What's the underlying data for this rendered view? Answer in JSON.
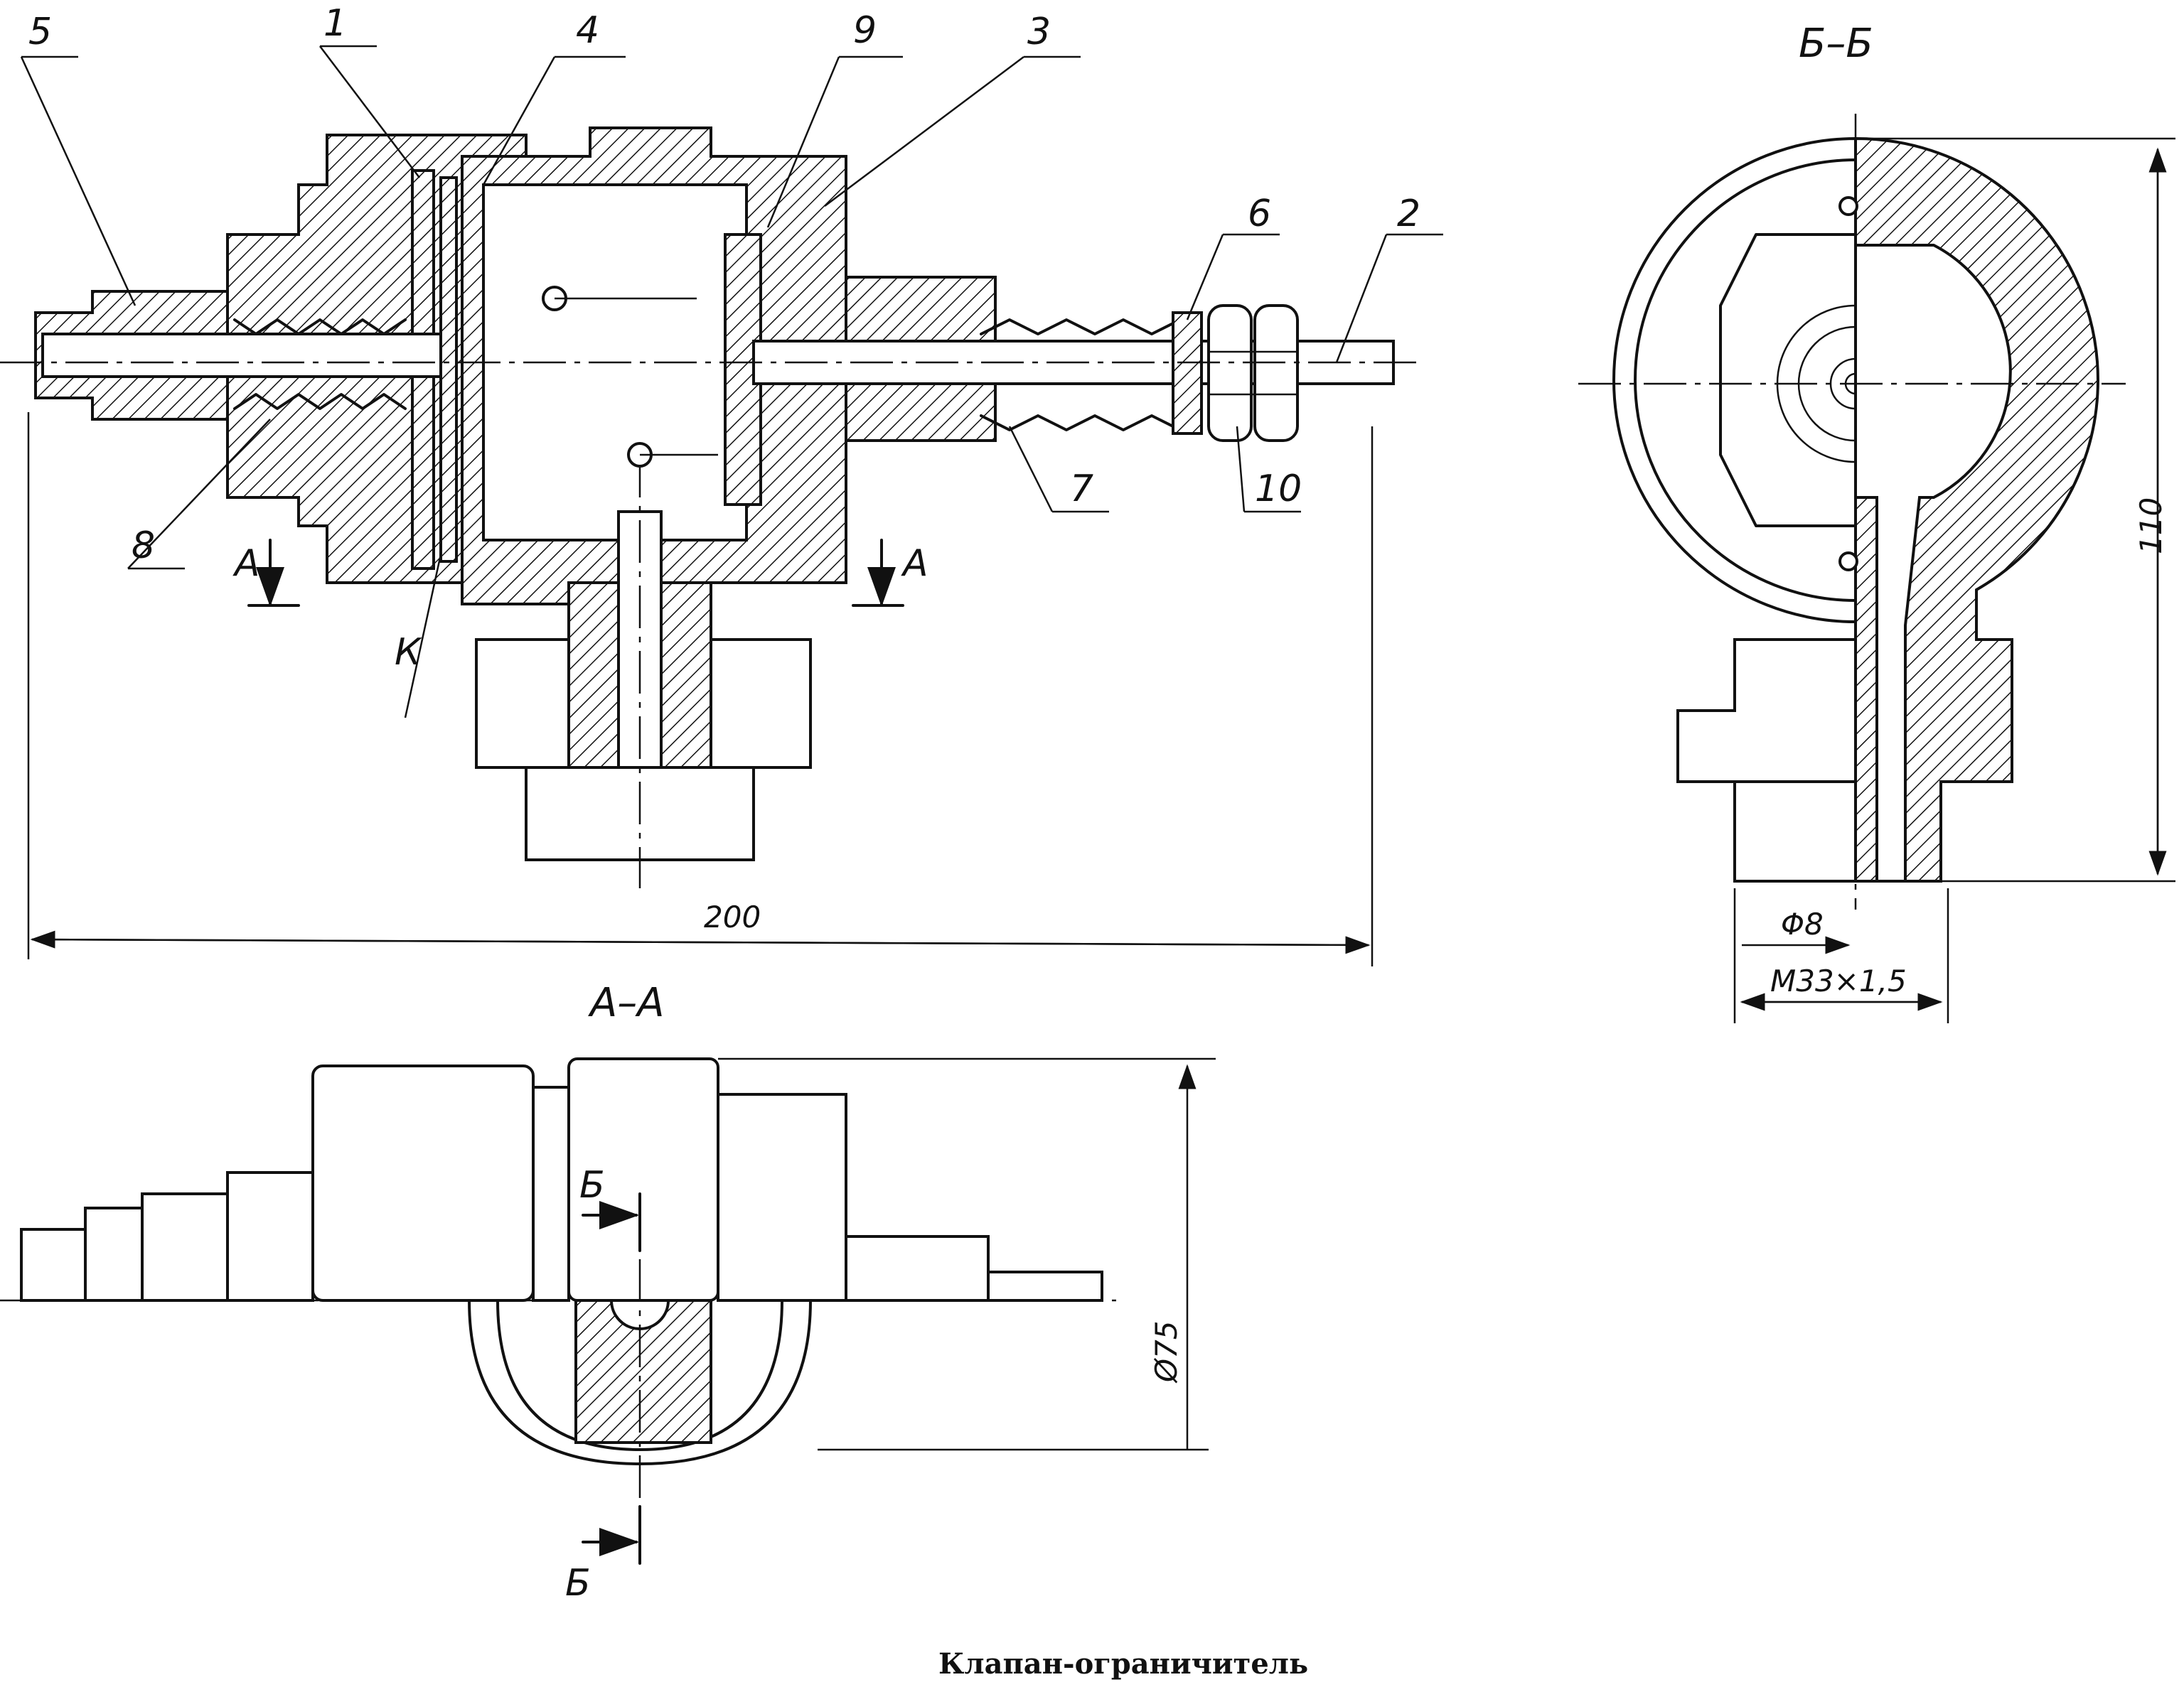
{
  "parts": {
    "p1": "1",
    "p2": "2",
    "p3": "3",
    "p4": "4",
    "p5": "5",
    "p6": "6",
    "p7": "7",
    "p8": "8",
    "p9": "9",
    "p10": "10"
  },
  "marks": {
    "section_a_left": "A",
    "section_a_right": "A",
    "section_b_top": "Б",
    "section_b_bottom": "Б",
    "k": "К"
  },
  "views": {
    "section_aa": "А–А",
    "section_bb": "Б–Б"
  },
  "dimensions": {
    "length": "200",
    "height": "110",
    "bore": "Φ8",
    "thread": "М33×1,5",
    "diameter": "Ø75"
  },
  "caption": "Клапан-ограничитель"
}
